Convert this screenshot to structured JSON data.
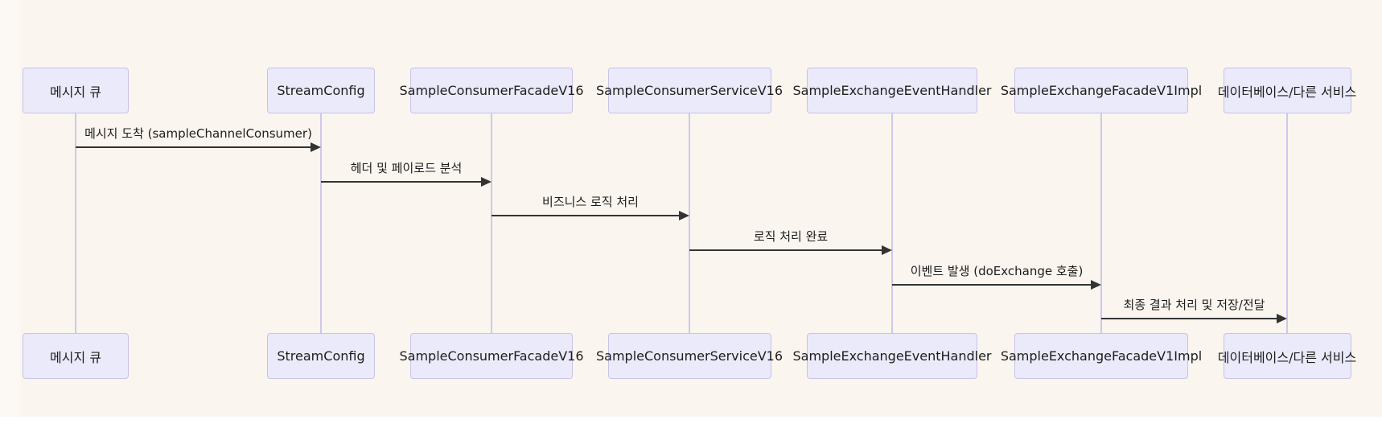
{
  "diagram": {
    "type": "sequence-diagram",
    "colors": {
      "background": "#faf5ef",
      "actor_fill": "#eaeafa",
      "actor_border": "#c7c3e6",
      "lifeline": "#cfc8ec",
      "arrow": "#333333",
      "text": "#1d1d1d"
    },
    "actors": [
      {
        "label": "메시지 큐"
      },
      {
        "label": "StreamConfig"
      },
      {
        "label": "SampleConsumerFacadeV16"
      },
      {
        "label": "SampleConsumerServiceV16"
      },
      {
        "label": "SampleExchangeEventHandler"
      },
      {
        "label": "SampleExchangeFacadeV1Impl"
      },
      {
        "label": "데이터베이스/다른 서비스"
      }
    ],
    "messages": [
      {
        "from": 0,
        "to": 1,
        "label": "메시지 도착 (sampleChannelConsumer)"
      },
      {
        "from": 1,
        "to": 2,
        "label": "헤더 및 페이로드 분석"
      },
      {
        "from": 2,
        "to": 3,
        "label": "비즈니스 로직 처리"
      },
      {
        "from": 3,
        "to": 4,
        "label": "로직 처리 완료"
      },
      {
        "from": 4,
        "to": 5,
        "label": "이벤트 발생 (doExchange 호출)"
      },
      {
        "from": 5,
        "to": 6,
        "label": "최종 결과 처리 및 저장/전달"
      }
    ]
  }
}
